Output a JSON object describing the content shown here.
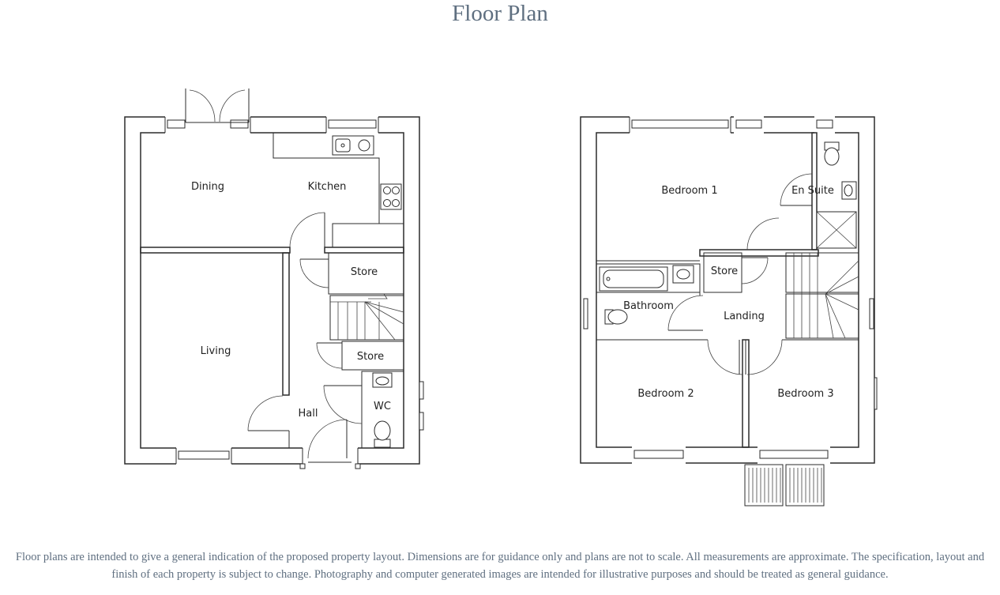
{
  "title": "Floor Plan",
  "ground_floor": {
    "rooms": {
      "dining": "Dining",
      "kitchen": "Kitchen",
      "living": "Living",
      "store_upper": "Store",
      "store_lower": "Store",
      "hall": "Hall",
      "wc": "WC"
    }
  },
  "first_floor": {
    "rooms": {
      "bedroom_1": "Bedroom 1",
      "en_suite": "En Suite",
      "store": "Store",
      "bathroom": "Bathroom",
      "landing": "Landing",
      "bedroom_2": "Bedroom 2",
      "bedroom_3": "Bedroom 3"
    }
  },
  "disclaimer": {
    "line1": "Floor plans are intended to give a general indication of the proposed property layout. Dimensions are for guidance only and plans are not to scale. All measurements are approximate. The specification, layout and",
    "line2": "finish of each property is subject to change. Photography and computer generated images are intended for illustrative purposes and should be treated as general guidance."
  },
  "colors": {
    "title": "#5f6f80",
    "walls": "#2b2b2b"
  }
}
